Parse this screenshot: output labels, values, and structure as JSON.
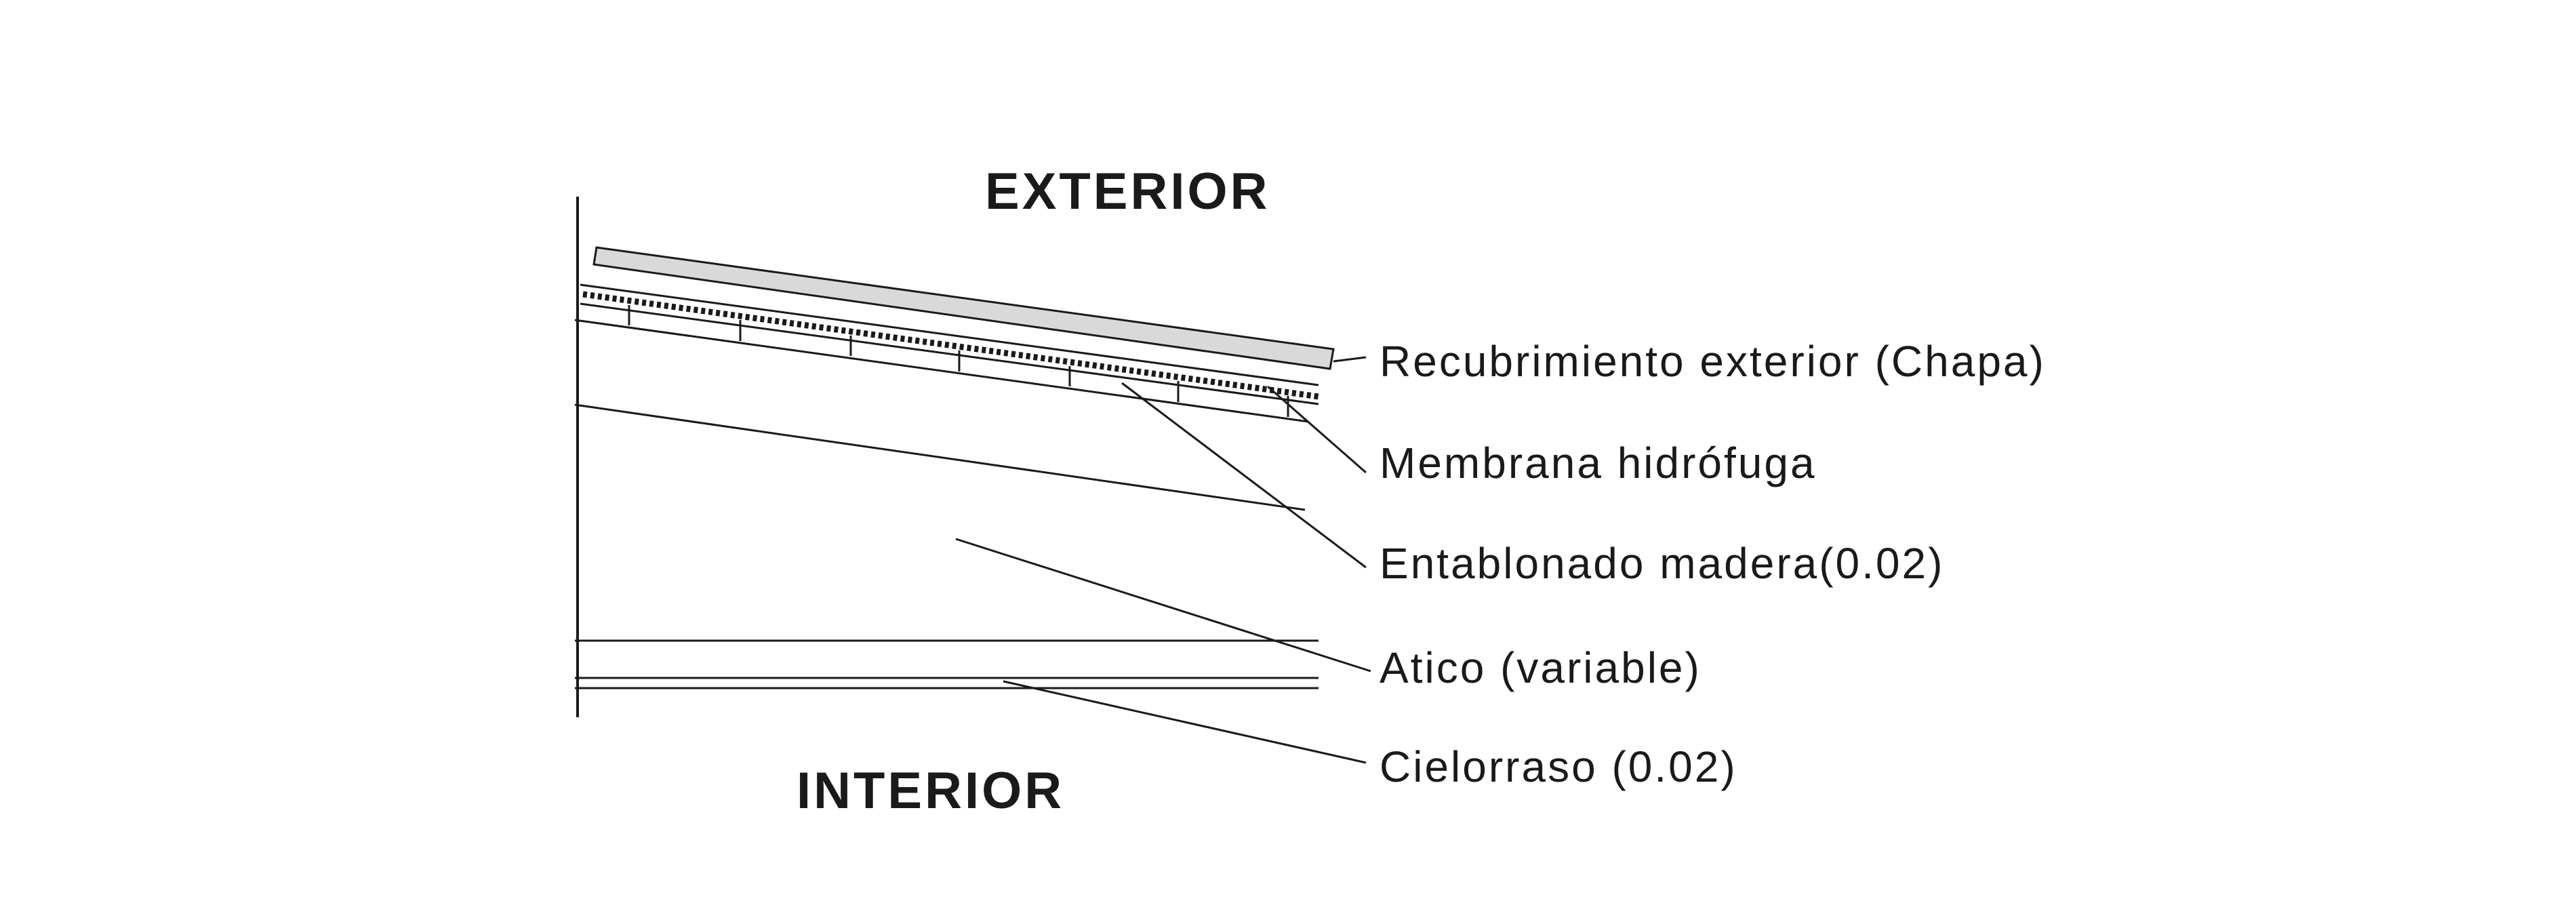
{
  "diagram": {
    "top_label": "EXTERIOR",
    "bottom_label": "INTERIOR",
    "layers": [
      {
        "id": "chapa",
        "label": "Recubrimiento exterior (Chapa)"
      },
      {
        "id": "membrana",
        "label": "Membrana hidrófuga"
      },
      {
        "id": "entablonado",
        "label": "Entablonado madera(0.02)"
      },
      {
        "id": "atico",
        "label": "Atico (variable)"
      },
      {
        "id": "cielorraso",
        "label": "Cielorraso (0.02)"
      }
    ],
    "colors": {
      "line": "#1a1a1a",
      "sheet_fill": "#d9d9d9",
      "background": "#ffffff"
    }
  }
}
